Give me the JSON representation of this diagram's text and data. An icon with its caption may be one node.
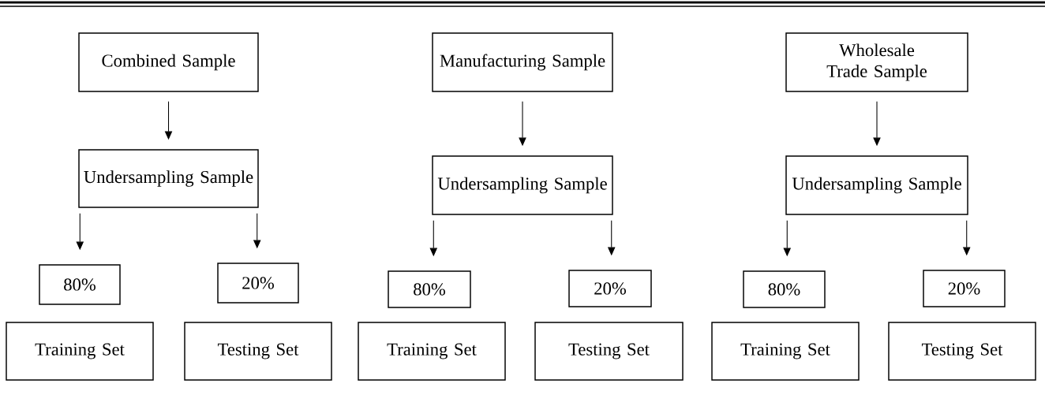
{
  "diagram": {
    "nodes": [
      {
        "text": [
          "Combined Sample"
        ]
      },
      {
        "text": [
          "Undersampling Sample"
        ]
      },
      {
        "text": [
          "80%"
        ]
      },
      {
        "text": [
          "20%"
        ]
      },
      {
        "text": [
          "Training Set"
        ]
      },
      {
        "text": [
          "Testing Set"
        ]
      },
      {
        "text": [
          "Manufacturing Sample"
        ]
      },
      {
        "text": [
          "Undersampling Sample"
        ]
      },
      {
        "text": [
          "80%"
        ]
      },
      {
        "text": [
          "20%"
        ]
      },
      {
        "text": [
          "Training Set"
        ]
      },
      {
        "text": [
          "Testing Set"
        ]
      },
      {
        "text": [
          "Wholesale Trade Sample"
        ]
      },
      {
        "text": [
          "Undersampling Sample"
        ]
      },
      {
        "text": [
          "80%"
        ]
      },
      {
        "text": [
          "20%"
        ]
      },
      {
        "text": [
          "Training Set"
        ]
      },
      {
        "text": [
          "Testing Set"
        ]
      }
    ],
    "edges": [
      {
        "from": 0,
        "to": 1,
        "arrow": "to"
      },
      {
        "from": 1,
        "to": 2,
        "arrow": "to"
      },
      {
        "from": 1,
        "to": 3,
        "arrow": "to"
      },
      {
        "from": 6,
        "to": 7,
        "arrow": "to"
      },
      {
        "from": 7,
        "to": 8,
        "arrow": "to"
      },
      {
        "from": 7,
        "to": 9,
        "arrow": "to"
      },
      {
        "from": 12,
        "to": 13,
        "arrow": "to"
      },
      {
        "from": 13,
        "to": 14,
        "arrow": "to"
      },
      {
        "from": 13,
        "to": 15,
        "arrow": "to"
      }
    ]
  }
}
